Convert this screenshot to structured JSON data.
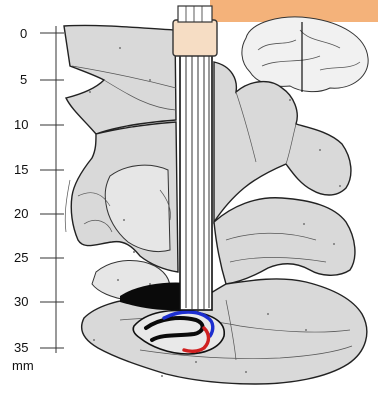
{
  "scale": {
    "ticks": [
      "0",
      "5",
      "10",
      "15",
      "20",
      "25",
      "30",
      "35"
    ],
    "unit": "mm"
  },
  "colors": {
    "tissue": "#d9d9d9",
    "outline": "#222222",
    "probe_cap": "#f6ddc4",
    "header_accent": "#f4b27a",
    "trace_blue": "#1d2fd0",
    "trace_red": "#d02020",
    "target_black": "#0a0a0a"
  }
}
